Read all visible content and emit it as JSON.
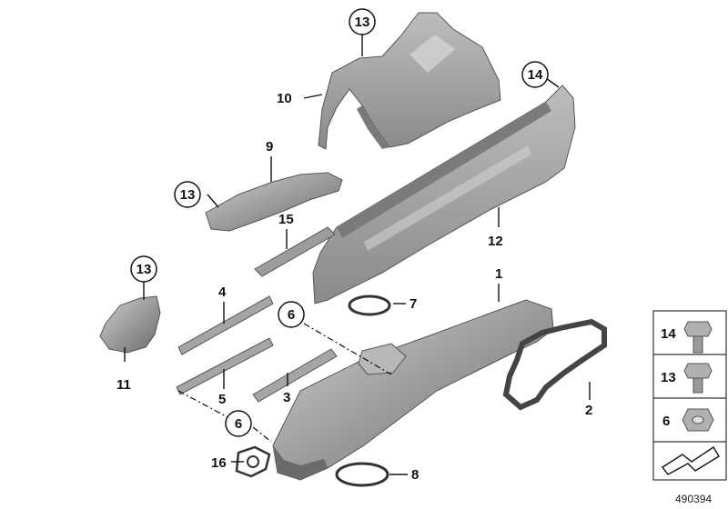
{
  "callouts": [
    {
      "id": "1",
      "label": "1"
    },
    {
      "id": "2",
      "label": "2"
    },
    {
      "id": "3",
      "label": "3"
    },
    {
      "id": "4",
      "label": "4"
    },
    {
      "id": "5",
      "label": "5"
    },
    {
      "id": "6a",
      "label": "6"
    },
    {
      "id": "6b",
      "label": "6"
    },
    {
      "id": "7",
      "label": "7"
    },
    {
      "id": "8",
      "label": "8"
    },
    {
      "id": "9",
      "label": "9"
    },
    {
      "id": "10",
      "label": "10"
    },
    {
      "id": "11",
      "label": "11"
    },
    {
      "id": "12",
      "label": "12"
    },
    {
      "id": "13a",
      "label": "13"
    },
    {
      "id": "13b",
      "label": "13"
    },
    {
      "id": "13c",
      "label": "13"
    },
    {
      "id": "14",
      "label": "14"
    },
    {
      "id": "15",
      "label": "15"
    },
    {
      "id": "16",
      "label": "16"
    }
  ],
  "legend": [
    {
      "label": "14",
      "icon": "hex-bolt-long-icon"
    },
    {
      "label": "13",
      "icon": "hex-bolt-short-icon"
    },
    {
      "label": "6",
      "icon": "hex-nut-icon"
    }
  ],
  "colors": {
    "part_fill": "#9a9a9a",
    "part_light": "#c4c4c4",
    "part_dark": "#6e6e6e",
    "line": "#111111",
    "legend_border": "#333333"
  },
  "reference_number": "490394"
}
